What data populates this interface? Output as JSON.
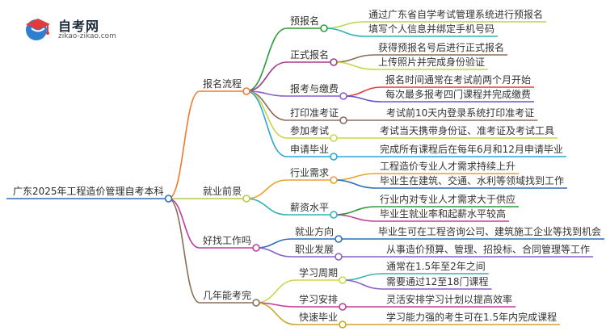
{
  "logo": {
    "title": "自考网",
    "url": "zikao-zikao.com",
    "colors": {
      "mark_blue": "#2f7fd0",
      "mark_red": "#e23b3b"
    }
  },
  "mindmap": {
    "root": {
      "label": "广东2025年工程造价管理自考本科",
      "color": "#2f6fb8"
    },
    "branches": [
      {
        "label": "报名流程",
        "color": "#f07b2a",
        "children": [
          {
            "label": "预报名",
            "color": "#2e9b3a",
            "leaves": [
              {
                "label": "通过广东省自学考试管理系统进行预报名",
                "color": "#b8d64a"
              },
              {
                "label": "填写个人信息并绑定手机号码",
                "color": "#33b3b0"
              }
            ]
          },
          {
            "label": "正式报名",
            "color": "#a33a8c",
            "leaves": [
              {
                "label": "获得预报名号后进行正式报名",
                "color": "#8a6e5a"
              },
              {
                "label": "上传照片并完成身份验证",
                "color": "#c9d64a"
              }
            ]
          },
          {
            "label": "报考与缴费",
            "color": "#8a5fc7",
            "leaves": [
              {
                "label": "报名时间通常在考试前两个月开始",
                "color": "#e03b3b"
              },
              {
                "label": "每次最多报考四门课程并完成缴费",
                "color": "#6a55c7"
              }
            ]
          },
          {
            "label": "打印准考证",
            "color": "#8a6e5a",
            "leaves": [
              {
                "label": "考试前10天内登录系统打印准考证",
                "color": "#8a6e5a"
              }
            ]
          },
          {
            "label": "参加考试",
            "color": "#c9d64a",
            "leaves": [
              {
                "label": "考试当天携带身份证、准考证及考试工具",
                "color": "#c9d64a"
              }
            ]
          },
          {
            "label": "申请毕业",
            "color": "#2aa7d8",
            "leaves": [
              {
                "label": "完成所有课程后在每年6月和12月申请毕业",
                "color": "#2aa7d8"
              }
            ]
          }
        ]
      },
      {
        "label": "就业前景",
        "color": "#b9c94a",
        "children": [
          {
            "label": "行业需求",
            "color": "#e8a22a",
            "leaves": [
              {
                "label": "工程造价专业人才需求持续上升",
                "color": "#e8a22a"
              },
              {
                "label": "毕业生在建筑、交通、水利等领域找到工作",
                "color": "#2f6fb8"
              }
            ]
          },
          {
            "label": "薪资水平",
            "color": "#33b3b0",
            "leaves": [
              {
                "label": "行业内对专业人才需求大于供应",
                "color": "#2e9b3a"
              },
              {
                "label": "毕业生就业率和起薪水平较高",
                "color": "#c43a9a"
              }
            ]
          }
        ]
      },
      {
        "label": "好找工作吗",
        "color": "#c43a9a",
        "children": [
          {
            "label": "就业方向",
            "color": "#2f6fb8",
            "leaves": [
              {
                "label": "毕业生可在工程咨询公司、建筑施工企业等找到机会",
                "color": "#2f6fb8"
              }
            ]
          },
          {
            "label": "职业发展",
            "color": "#8a5fc7",
            "leaves": [
              {
                "label": "从事造价预算、管理、招投标、合同管理等工作",
                "color": "#8a5fc7"
              }
            ]
          }
        ]
      },
      {
        "label": "几年能考完",
        "color": "#8a6e5a",
        "children": [
          {
            "label": "学习周期",
            "color": "#c9d64a",
            "leaves": [
              {
                "label": "通常在1.5年至2年之间",
                "color": "#33b3b0"
              },
              {
                "label": "需要通过12至18门课程",
                "color": "#8a5fc7"
              }
            ]
          },
          {
            "label": "学习安排",
            "color": "#c43a9a",
            "leaves": [
              {
                "label": "灵活安排学习计划以提高效率",
                "color": "#c43a9a"
              }
            ]
          },
          {
            "label": "快速毕业",
            "color": "#c9a82a",
            "leaves": [
              {
                "label": "学习能力强的考生可在1.5年内完成课程",
                "color": "#c9a82a"
              }
            ]
          }
        ]
      }
    ]
  }
}
